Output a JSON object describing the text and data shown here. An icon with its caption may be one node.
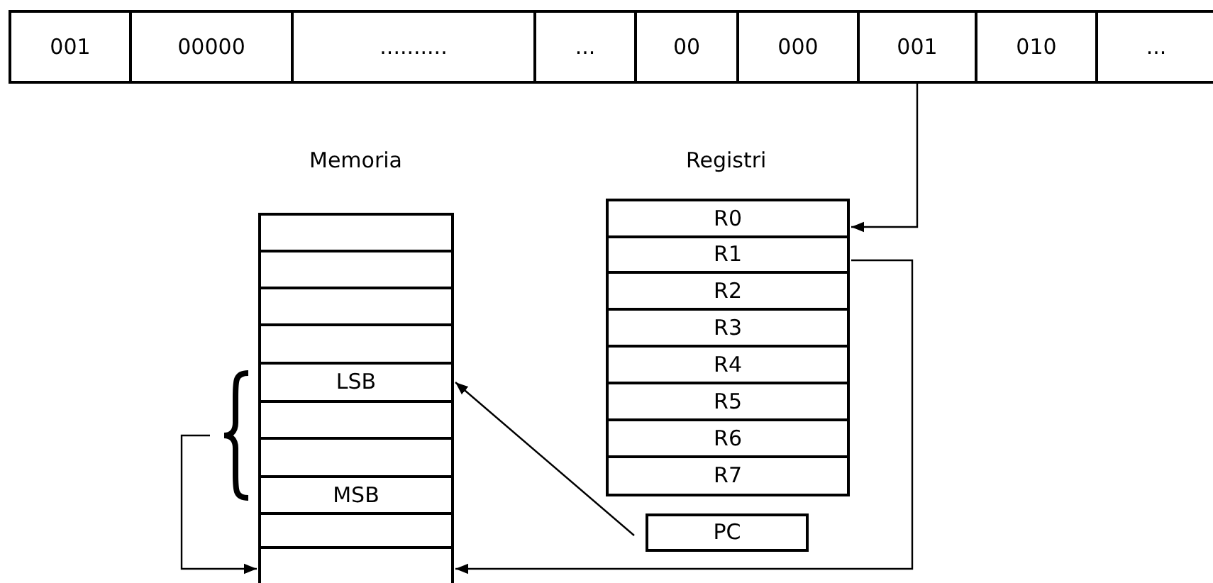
{
  "diagram": {
    "nodes": [
      {
        "text": [
          "001"
        ]
      },
      {
        "text": [
          "00000"
        ]
      },
      {
        "text": [
          ".........."
        ]
      },
      {
        "text": [
          "..."
        ]
      },
      {
        "text": [
          "00"
        ]
      },
      {
        "text": [
          "000"
        ]
      },
      {
        "text": [
          "001"
        ]
      },
      {
        "text": [
          "010"
        ]
      },
      {
        "text": [
          "..."
        ]
      },
      {
        "text": [],
        "shape": "box"
      },
      {
        "text": [],
        "shape": "box"
      },
      {
        "text": [],
        "shape": "box"
      },
      {
        "text": [],
        "shape": "box"
      },
      {
        "text": [
          "LSB"
        ]
      },
      {
        "text": [],
        "shape": "box"
      },
      {
        "text": [],
        "shape": "box"
      },
      {
        "text": [
          "MSB"
        ]
      },
      {
        "text": [],
        "shape": "box"
      },
      {
        "text": [],
        "shape": "box"
      },
      {
        "text": [
          "R0"
        ]
      },
      {
        "text": [
          "R1"
        ]
      },
      {
        "text": [
          "R2"
        ]
      },
      {
        "text": [
          "R3"
        ]
      },
      {
        "text": [
          "R4"
        ]
      },
      {
        "text": [
          "R5"
        ]
      },
      {
        "text": [
          "R6"
        ]
      },
      {
        "text": [
          "R7"
        ]
      },
      {
        "text": [
          "PC"
        ]
      }
    ],
    "edges": [
      {
        "from": 6,
        "to": 19,
        "arrow": "to"
      },
      {
        "from": 20,
        "to": 18,
        "arrow": "to"
      },
      {
        "from": 27,
        "to": 13,
        "arrow": "to"
      },
      {
        "from": null,
        "to": 18,
        "arrow": "to"
      }
    ],
    "labels": [
      "Memoria",
      "Registri"
    ]
  }
}
